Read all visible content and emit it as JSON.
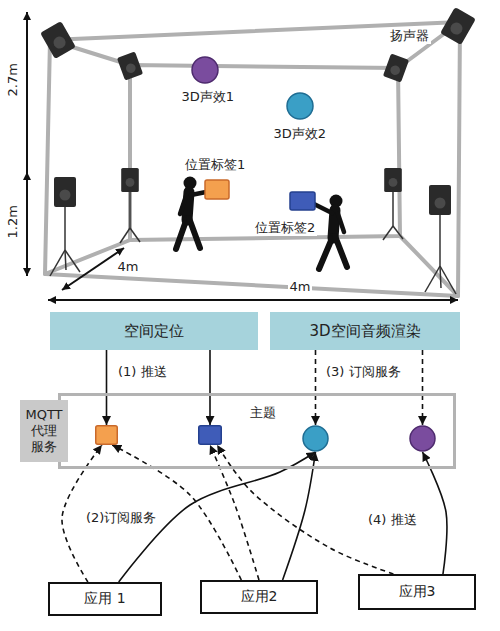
{
  "diagram": {
    "nodes": [
      {
        "text": [
          "空间定位"
        ]
      },
      {
        "text": [
          "3D空间音频渲染"
        ]
      },
      {
        "text": [
          "MQTT代理服务",
          "主题"
        ]
      },
      {
        "text": [],
        "in": 2
      },
      {
        "text": [],
        "in": 2
      },
      {
        "text": [],
        "in": 2
      },
      {
        "text": [],
        "in": 2
      },
      {
        "text": [
          "应用 1"
        ]
      },
      {
        "text": [
          "应用2"
        ]
      },
      {
        "text": [
          "应用3"
        ]
      }
    ],
    "edges": [
      {
        "from": 0,
        "to": 3,
        "arrow": "to",
        "label": "(1) 推送"
      },
      {
        "from": 0,
        "to": 4,
        "arrow": "to"
      },
      {
        "from": 1,
        "to": 5,
        "arrow": "to",
        "label": "(3) 订阅服务"
      },
      {
        "from": 1,
        "to": 6,
        "arrow": "to"
      },
      {
        "from": 7,
        "to": 3,
        "arrow": "to",
        "label": "(2)订阅服务"
      },
      {
        "from": 7,
        "to": 5,
        "arrow": "to"
      },
      {
        "from": 8,
        "to": 3,
        "arrow": "to"
      },
      {
        "from": 8,
        "to": 4,
        "arrow": "to"
      },
      {
        "from": 8,
        "to": 5,
        "arrow": "to"
      },
      {
        "from": 9,
        "to": 6,
        "arrow": "to",
        "label": "(4) 推送"
      },
      {
        "from": 9,
        "to": 4,
        "arrow": "to"
      }
    ],
    "labels": [
      "2.7m",
      "1.2m",
      "4m",
      "4m",
      "扬声器",
      "3D声效1",
      "3D声效2",
      "位置标签1",
      "位置标签2"
    ]
  }
}
